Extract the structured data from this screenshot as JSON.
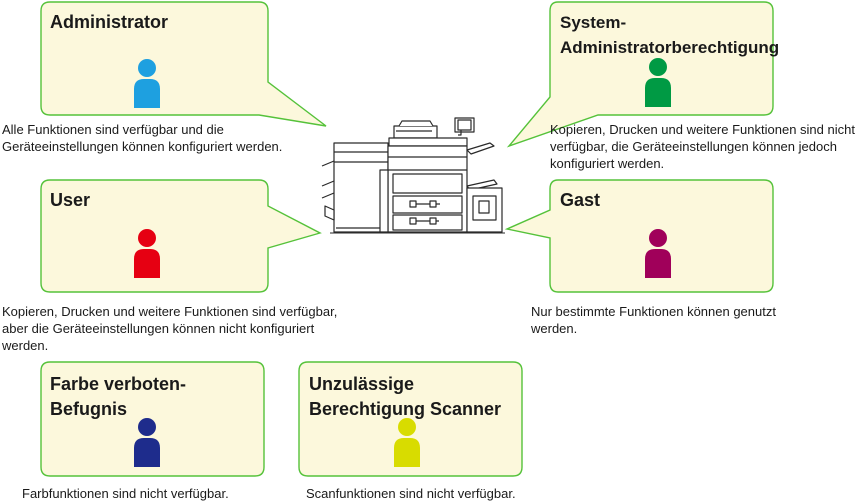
{
  "roles": {
    "administrator": {
      "title": "Administrator",
      "description": "Alle Funktionen sind verfügbar und die Geräteeinstellungen können konfiguriert werden.",
      "person_color": "#1ea0e0"
    },
    "system_admin": {
      "title": "System-Administratorberechtigung",
      "description": "Kopieren, Drucken und weitere Funktionen sind nicht verfügbar, die Geräteeinstellungen können jedoch konfiguriert werden.",
      "person_color": "#009a44"
    },
    "user": {
      "title": "User",
      "description": "Kopieren, Drucken und weitere Funktionen sind verfügbar, aber die Geräteeinstellungen können nicht konfiguriert werden.",
      "person_color": "#e60012"
    },
    "guest": {
      "title": "Gast",
      "description": "Nur bestimmte Funktionen können genutzt werden.",
      "person_color": "#a0005a"
    },
    "color_prohibited": {
      "title": "Farbe verboten-Befugnis",
      "description": "Farbfunktionen sind nicht verfügbar.",
      "person_color": "#1e2c8c"
    },
    "no_scanner": {
      "title": "Unzulässige Berechtigung Scanner",
      "description": "Scanfunktionen sind nicht verfügbar.",
      "person_color": "#d8dc00"
    }
  },
  "colors": {
    "box_fill": "#fcf8dc",
    "box_stroke": "#55c23a"
  }
}
